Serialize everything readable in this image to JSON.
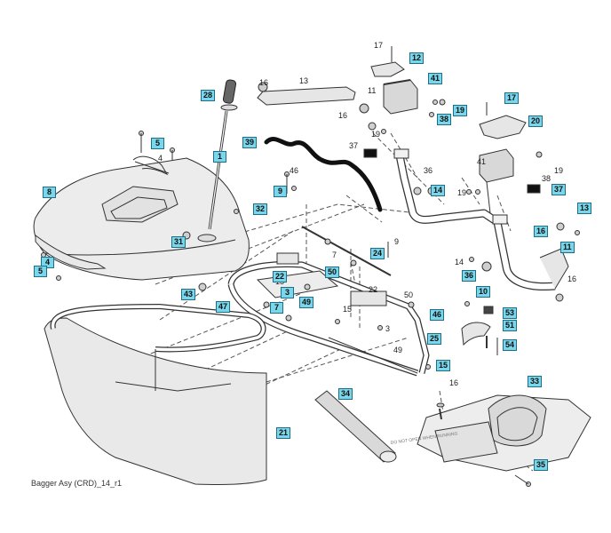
{
  "caption": "Bagger Asy (CRD)_14_r1",
  "embossed_text": "DO NOT OPEN WHEN RUNNING",
  "colors": {
    "callout_fill": "#7ad6ea",
    "callout_border": "#1c6f86",
    "line": "#333333",
    "part_fill": "#e8e8e8"
  },
  "callouts": [
    {
      "id": "c1",
      "text": "1",
      "boxed": true
    },
    {
      "id": "c3",
      "text": "3",
      "boxed": true
    },
    {
      "id": "c3b",
      "text": "3",
      "boxed": false
    },
    {
      "id": "c4a",
      "text": "4",
      "boxed": false
    },
    {
      "id": "c4b",
      "text": "4",
      "boxed": true
    },
    {
      "id": "c5a",
      "text": "5",
      "boxed": true
    },
    {
      "id": "c5b",
      "text": "5",
      "boxed": true
    },
    {
      "id": "c7a",
      "text": "7",
      "boxed": false
    },
    {
      "id": "c7b",
      "text": "7",
      "boxed": true
    },
    {
      "id": "c8",
      "text": "8",
      "boxed": true
    },
    {
      "id": "c9a",
      "text": "9",
      "boxed": true
    },
    {
      "id": "c9b",
      "text": "9",
      "boxed": false
    },
    {
      "id": "c10",
      "text": "10",
      "boxed": true
    },
    {
      "id": "c11a",
      "text": "11",
      "boxed": false
    },
    {
      "id": "c11b",
      "text": "11",
      "boxed": true
    },
    {
      "id": "c12",
      "text": "12",
      "boxed": true
    },
    {
      "id": "c13a",
      "text": "13",
      "boxed": false
    },
    {
      "id": "c13b",
      "text": "13",
      "boxed": true
    },
    {
      "id": "c14a",
      "text": "14",
      "boxed": false
    },
    {
      "id": "c14b",
      "text": "14",
      "boxed": true
    },
    {
      "id": "c15a",
      "text": "15",
      "boxed": false
    },
    {
      "id": "c15b",
      "text": "15",
      "boxed": false
    },
    {
      "id": "c15c",
      "text": "15",
      "boxed": true
    },
    {
      "id": "c16a",
      "text": "16",
      "boxed": false
    },
    {
      "id": "c16b",
      "text": "16",
      "boxed": false
    },
    {
      "id": "c16c",
      "text": "16",
      "boxed": true
    },
    {
      "id": "c16d",
      "text": "16",
      "boxed": false
    },
    {
      "id": "c16e",
      "text": "16",
      "boxed": false
    },
    {
      "id": "c17a",
      "text": "17",
      "boxed": false
    },
    {
      "id": "c17b",
      "text": "17",
      "boxed": true
    },
    {
      "id": "c19a",
      "text": "19",
      "boxed": true
    },
    {
      "id": "c19b",
      "text": "19",
      "boxed": false
    },
    {
      "id": "c19c",
      "text": "19",
      "boxed": false
    },
    {
      "id": "c19d",
      "text": "19",
      "boxed": false
    },
    {
      "id": "c20",
      "text": "20",
      "boxed": true
    },
    {
      "id": "c21",
      "text": "21",
      "boxed": true
    },
    {
      "id": "c22a",
      "text": "22",
      "boxed": true
    },
    {
      "id": "c22b",
      "text": "22",
      "boxed": false
    },
    {
      "id": "c24",
      "text": "24",
      "boxed": true
    },
    {
      "id": "c25",
      "text": "25",
      "boxed": true
    },
    {
      "id": "c28",
      "text": "28",
      "boxed": true
    },
    {
      "id": "c31",
      "text": "31",
      "boxed": true
    },
    {
      "id": "c32",
      "text": "32",
      "boxed": true
    },
    {
      "id": "c33",
      "text": "33",
      "boxed": true
    },
    {
      "id": "c34",
      "text": "34",
      "boxed": true
    },
    {
      "id": "c35",
      "text": "35",
      "boxed": true
    },
    {
      "id": "c36a",
      "text": "36",
      "boxed": false
    },
    {
      "id": "c36b",
      "text": "36",
      "boxed": true
    },
    {
      "id": "c37a",
      "text": "37",
      "boxed": false
    },
    {
      "id": "c37b",
      "text": "37",
      "boxed": true
    },
    {
      "id": "c38a",
      "text": "38",
      "boxed": true
    },
    {
      "id": "c38b",
      "text": "38",
      "boxed": false
    },
    {
      "id": "c39",
      "text": "39",
      "boxed": true
    },
    {
      "id": "c41a",
      "text": "41",
      "boxed": true
    },
    {
      "id": "c41b",
      "text": "41",
      "boxed": false
    },
    {
      "id": "c43",
      "text": "43",
      "boxed": true
    },
    {
      "id": "c46a",
      "text": "46",
      "boxed": false
    },
    {
      "id": "c46b",
      "text": "46",
      "boxed": true
    },
    {
      "id": "c47",
      "text": "47",
      "boxed": true
    },
    {
      "id": "c49a",
      "text": "49",
      "boxed": true
    },
    {
      "id": "c49b",
      "text": "49",
      "boxed": false
    },
    {
      "id": "c50a",
      "text": "50",
      "boxed": true
    },
    {
      "id": "c50b",
      "text": "50",
      "boxed": false
    },
    {
      "id": "c51",
      "text": "51",
      "boxed": true
    },
    {
      "id": "c53",
      "text": "53",
      "boxed": true
    },
    {
      "id": "c54",
      "text": "54",
      "boxed": true
    }
  ]
}
